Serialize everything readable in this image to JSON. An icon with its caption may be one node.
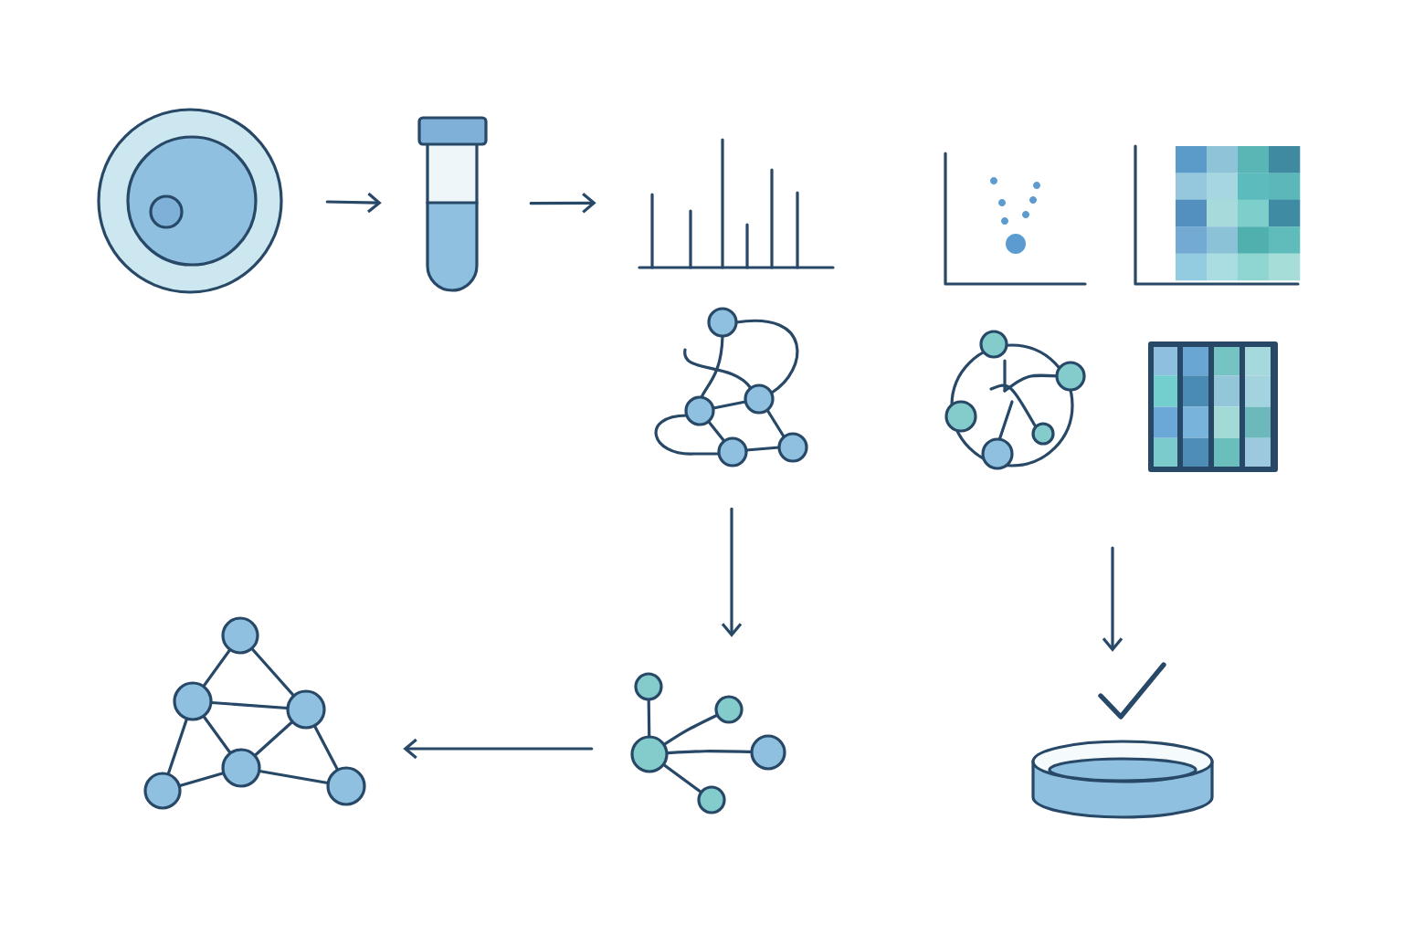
{
  "diagram": {
    "nodes": [
      {
        "text": [],
        "shape": "picture"
      },
      {
        "text": [],
        "shape": "picture"
      },
      {
        "text": [],
        "shape": "picture"
      },
      {
        "text": [],
        "shape": "picture"
      },
      {
        "text": [],
        "shape": "picture"
      },
      {
        "text": [],
        "shape": "picture"
      },
      {
        "text": [],
        "shape": "picture"
      },
      {
        "text": [],
        "shape": "picture"
      },
      {
        "text": [],
        "shape": "picture"
      },
      {
        "text": [],
        "shape": "picture"
      },
      {
        "text": [],
        "shape": "picture"
      }
    ],
    "edges": [
      {
        "from": 0,
        "to": 1,
        "arrow": "to"
      },
      {
        "from": 1,
        "to": 2,
        "arrow": "to"
      },
      {
        "from": 5,
        "to": 9,
        "arrow": "to"
      },
      {
        "from": null,
        "to": 10,
        "arrow": "to"
      },
      {
        "from": 9,
        "to": 8,
        "arrow": "to"
      }
    ]
  }
}
